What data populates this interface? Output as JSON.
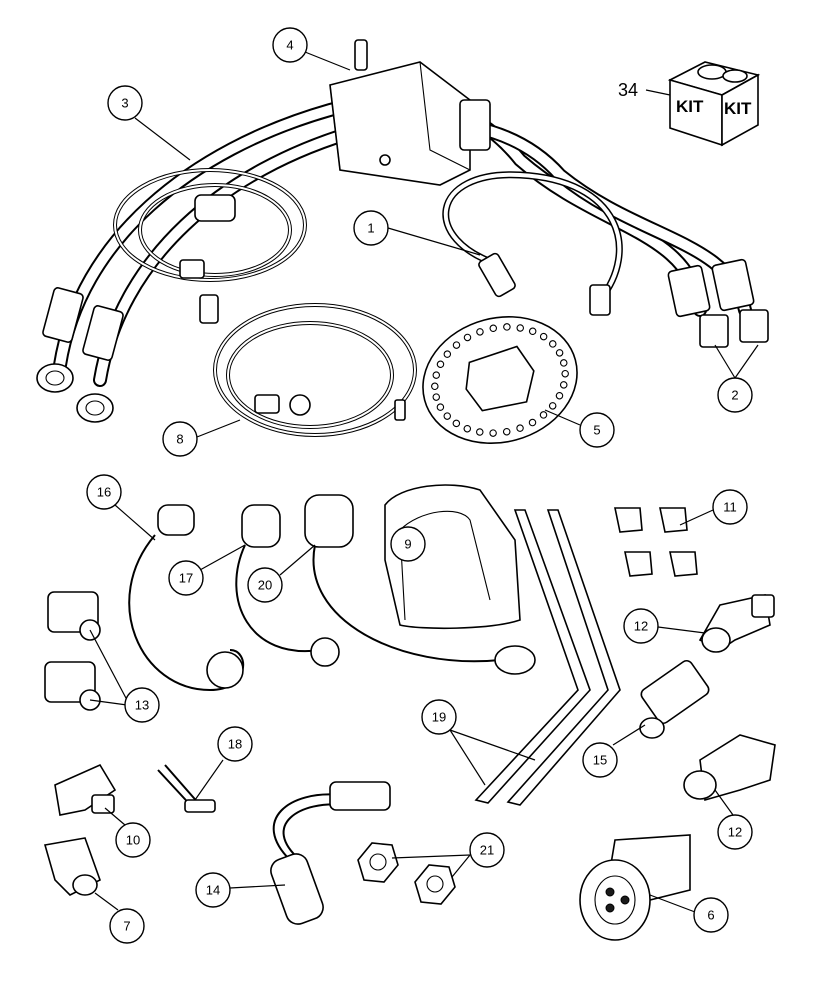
{
  "callouts": {
    "c1": "1",
    "c2": "2",
    "c3": "3",
    "c4": "4",
    "c5": "5",
    "c6": "6",
    "c7": "7",
    "c8": "8",
    "c9": "9",
    "c10": "10",
    "c11": "11",
    "c12a": "12",
    "c12b": "12",
    "c13": "13",
    "c14": "14",
    "c15": "15",
    "c16": "16",
    "c17": "17",
    "c18": "18",
    "c19": "19",
    "c20": "20",
    "c21": "21"
  },
  "kit": {
    "number": "34",
    "face_left": "KIT",
    "face_right": "KIT"
  },
  "colors": {
    "line": "#000000",
    "background": "#ffffff"
  }
}
